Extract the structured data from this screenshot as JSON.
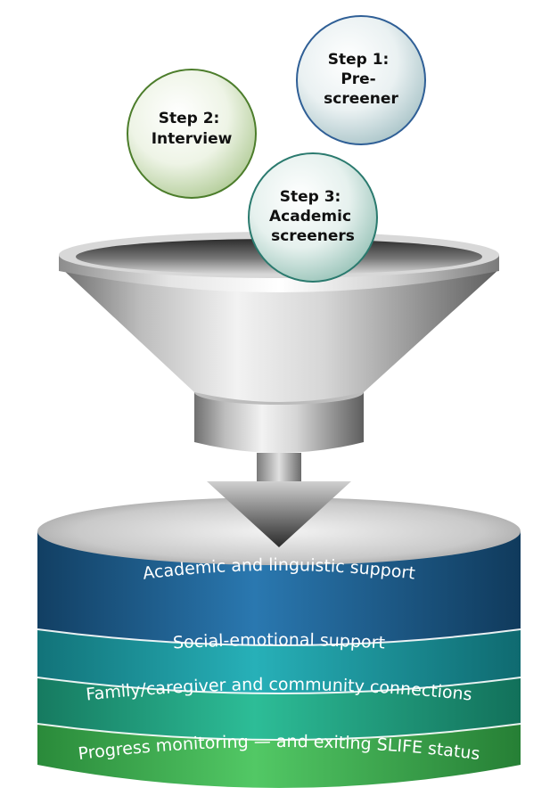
{
  "steps": [
    {
      "lines": [
        "Step 1:",
        "Pre-",
        "screener"
      ]
    },
    {
      "lines": [
        "Step 2:",
        "Interview"
      ]
    },
    {
      "lines": [
        "Step 3:",
        "Academic",
        "screeners"
      ]
    }
  ],
  "supports": [
    {
      "label": "Academic and linguistic support",
      "color": "#1b5f91"
    },
    {
      "label": "Social-emotional support",
      "color": "#1c979f"
    },
    {
      "label": "Family/caregiver and community connections",
      "color": "#21a385"
    },
    {
      "label": "Progress monitoring — and exiting SLIFE status",
      "color": "#3cae52"
    }
  ]
}
